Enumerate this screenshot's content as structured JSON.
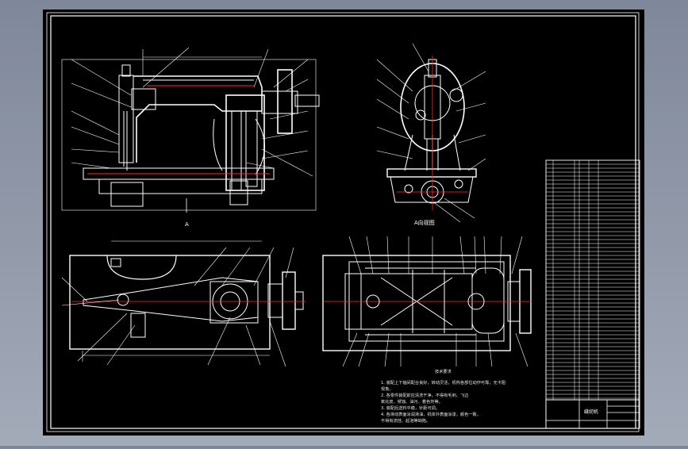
{
  "drawing": {
    "section_marker": "A",
    "view_caption": "A向视图",
    "notes_heading": "技术要求",
    "notes": [
      "1. 装配上下轴间配合良好，转动灵活，机构各部位动作可靠，无卡阻",
      "   现象。",
      "2. 各零件装配前应清洗干净，不得有毛刺、飞边",
      "   氧化皮、锈蚀、油污、着色剂等。",
      "3. 装配后送料平稳，针距可调。",
      "4. 各滑动表面涂润滑油，机体外表面涂漆，颜色一致，",
      "   不得有流挂、起泡等缺陷。"
    ],
    "title_block_label": "缝纫机",
    "colors": {
      "background": "#000000",
      "lines": "#ffffff",
      "accent": "#ff2a2a",
      "frame": "#ffffff",
      "window": "#8e97a8"
    }
  }
}
